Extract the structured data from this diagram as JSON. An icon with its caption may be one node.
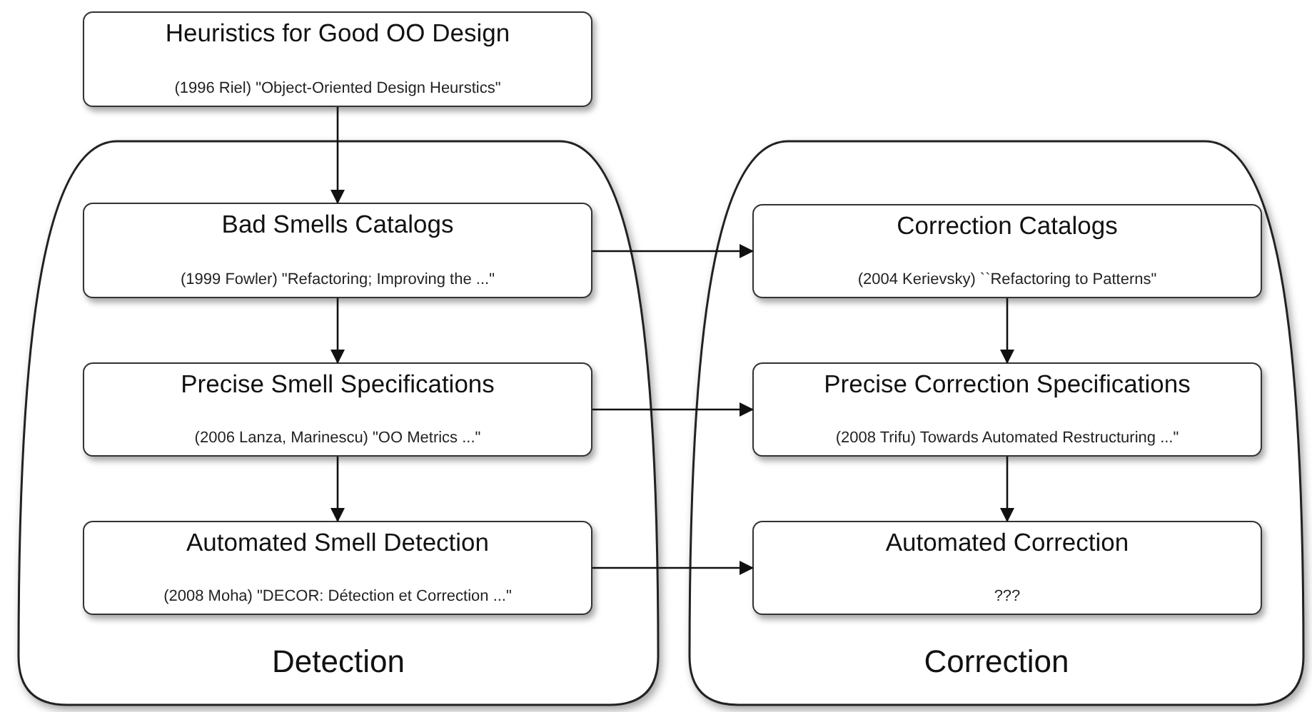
{
  "diagram": {
    "nodes": [
      {
        "text": [
          "Heuristics for Good OO Design",
          "(1996 Riel) \"Object-Oriented Design Heurstics\""
        ]
      },
      {
        "text": [
          "Detection"
        ]
      },
      {
        "text": [
          "Bad Smells Catalogs",
          "(1999 Fowler) \"Refactoring; Improving the ...\""
        ],
        "in": 1
      },
      {
        "text": [
          "Precise Smell Specifications",
          "(2006 Lanza, Marinescu) \"OO Metrics ...\""
        ],
        "in": 1
      },
      {
        "text": [
          "Automated Smell Detection",
          "(2008 Moha) \"DECOR: Détection et Correction ...\""
        ],
        "in": 1
      },
      {
        "text": [
          "Correction"
        ]
      },
      {
        "text": [
          "Correction Catalogs",
          "(2004 Kerievsky) ``Refactoring to Patterns\""
        ],
        "in": 5
      },
      {
        "text": [
          "Precise Correction Specifications",
          "(2008 Trifu) Towards Automated Restructuring ...\""
        ],
        "in": 5
      },
      {
        "text": [
          "Automated Correction",
          "???"
        ],
        "in": 5
      }
    ],
    "edges": [
      {
        "from": 0,
        "to": 2,
        "arrow": "to"
      },
      {
        "from": 2,
        "to": 3,
        "arrow": "to"
      },
      {
        "from": 3,
        "to": 4,
        "arrow": "to"
      },
      {
        "from": 2,
        "to": 6,
        "arrow": "to"
      },
      {
        "from": 3,
        "to": 7,
        "arrow": "to"
      },
      {
        "from": 4,
        "to": 8,
        "arrow": "to"
      },
      {
        "from": 6,
        "to": 7,
        "arrow": "to"
      },
      {
        "from": 7,
        "to": 8,
        "arrow": "to"
      }
    ]
  }
}
